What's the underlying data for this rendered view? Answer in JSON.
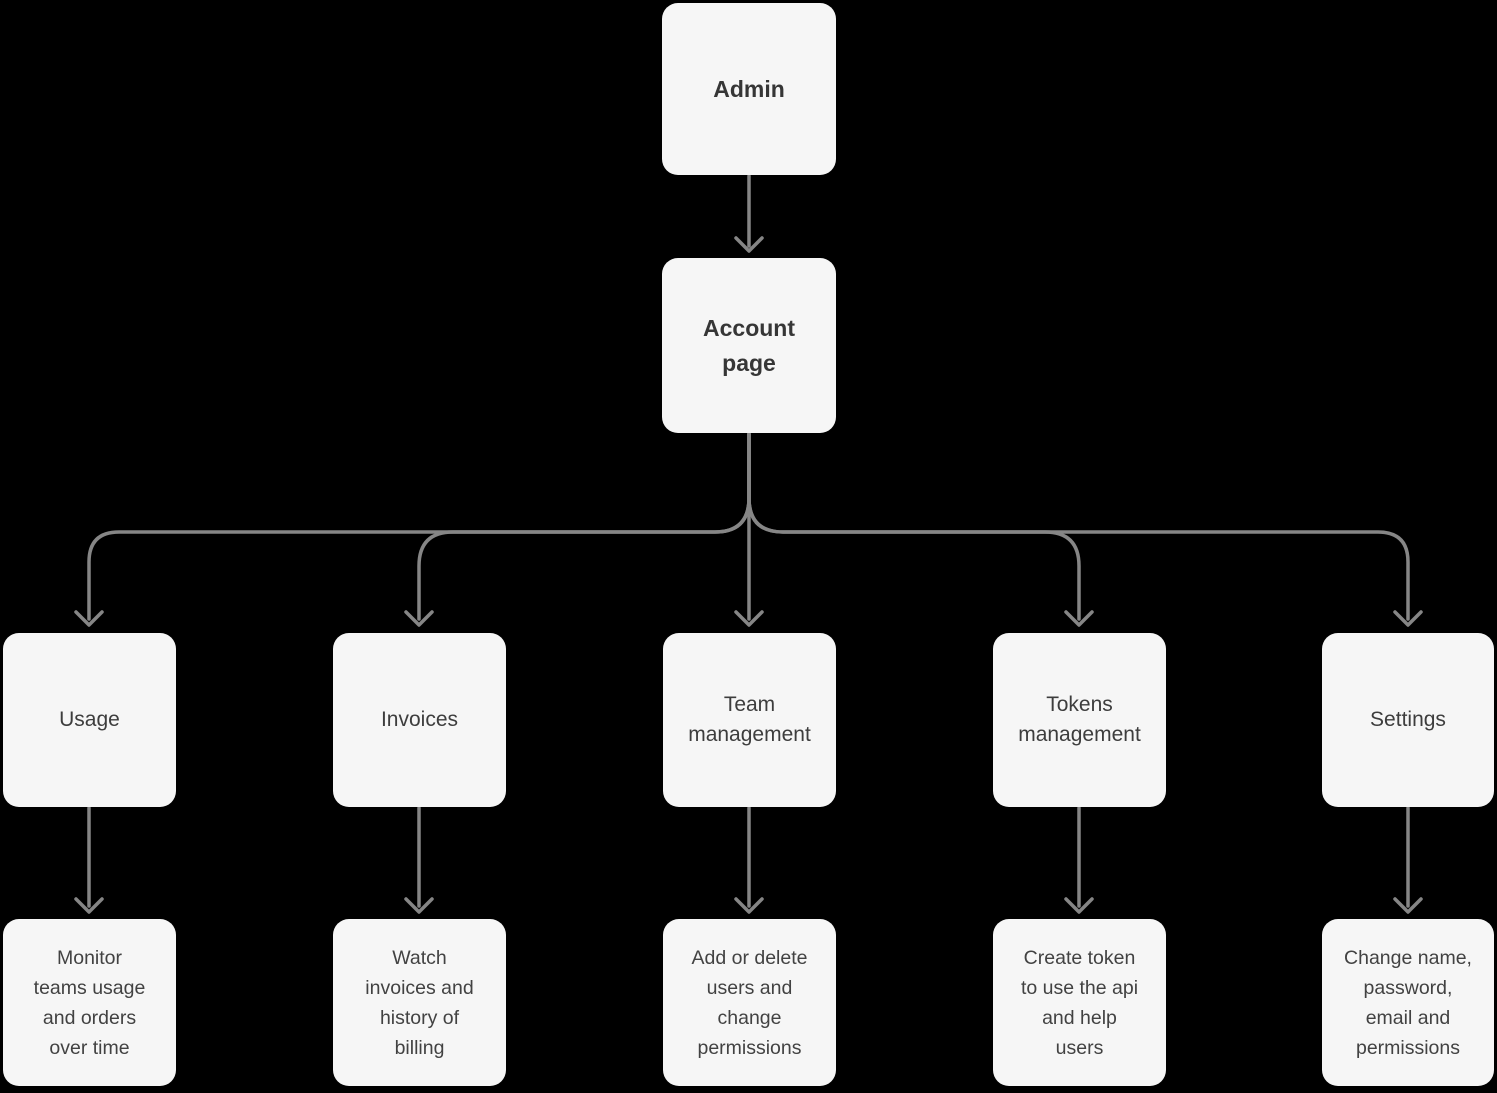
{
  "diagram": {
    "background_color": "#000000",
    "node_fill_color": "#f6f6f6",
    "connector_color": "#868686",
    "title_text_color": "#363636",
    "body_text_color": "#424242"
  },
  "nodes": {
    "admin": {
      "label": "Admin"
    },
    "account_page": {
      "label": "Account\npage"
    },
    "usage": {
      "label": "Usage"
    },
    "invoices": {
      "label": "Invoices"
    },
    "team_management": {
      "label": "Team\nmanagement"
    },
    "tokens_management": {
      "label": "Tokens\nmanagement"
    },
    "settings": {
      "label": "Settings"
    },
    "usage_description": {
      "label": "Monitor\nteams usage\nand orders\nover time"
    },
    "invoices_description": {
      "label": "Watch\ninvoices and\nhistory of\nbilling"
    },
    "team_description": {
      "label": "Add or delete\nusers and\nchange\npermissions"
    },
    "tokens_description": {
      "label": "Create token\nto use the api\nand help\nusers"
    },
    "settings_description": {
      "label": "Change name,\npassword,\nemail and\npermissions"
    }
  },
  "edges": [
    {
      "from": "Admin",
      "to": "Account page"
    },
    {
      "from": "Account page",
      "to": "Usage"
    },
    {
      "from": "Account page",
      "to": "Invoices"
    },
    {
      "from": "Account page",
      "to": "Team management"
    },
    {
      "from": "Account page",
      "to": "Tokens management"
    },
    {
      "from": "Account page",
      "to": "Settings"
    },
    {
      "from": "Usage",
      "to": "Monitor teams usage and orders over time"
    },
    {
      "from": "Invoices",
      "to": "Watch invoices and history of billing"
    },
    {
      "from": "Team management",
      "to": "Add or delete users and change permissions"
    },
    {
      "from": "Tokens management",
      "to": "Create token to use the api and help users"
    },
    {
      "from": "Settings",
      "to": "Change name, password, email and permissions"
    }
  ]
}
